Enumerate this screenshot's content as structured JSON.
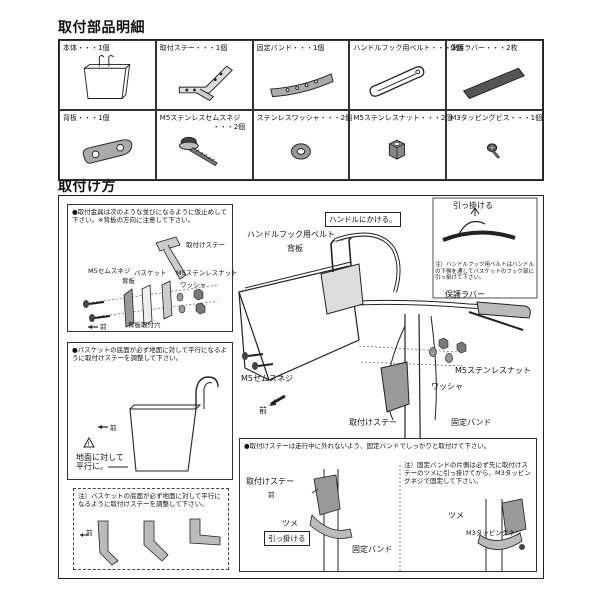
{
  "headings": {
    "parts_list": "取付部品明細",
    "installation": "取付け方"
  },
  "parts": [
    {
      "label": "本体・・・1個",
      "icon": "basket-icon"
    },
    {
      "label": "取付ステー・・・1個",
      "icon": "mounting-stay-icon"
    },
    {
      "label": "固定バンド・・・1個",
      "icon": "fixing-band-icon"
    },
    {
      "label": "ハンドルフック用ベルト・・・2個",
      "icon": "hook-belt-icon"
    },
    {
      "label": "保護ラバー・・・2枚",
      "icon": "rubber-pad-icon"
    },
    {
      "label": "背板・・・1個",
      "icon": "back-plate-icon"
    },
    {
      "label": "M5ステンレスセムスネジ",
      "label2": "・・・2個",
      "icon": "sems-screw-icon"
    },
    {
      "label": "ステンレスワッシャ・・・2個",
      "icon": "washer-icon"
    },
    {
      "label": "M5ステンレスナット・・・2個",
      "icon": "hex-nut-icon"
    },
    {
      "label": "M3タッピングビス・・・1個",
      "icon": "tapping-screw-icon"
    }
  ],
  "panel_order": {
    "note": "●取付金具は次のような並びになるように仮止めして下さい。※背板の方向に注意して下さい。",
    "labels": {
      "stay": "取付けステー",
      "m5_sems": "M5セムスネジ",
      "back_plate": "背板",
      "basket": "バスケット",
      "m5_nut": "M5ステンレスナット",
      "washer": "ワッシャ",
      "front": "前",
      "back_hole": "背板取付穴"
    }
  },
  "panel_level": {
    "note": "●バスケットの底面が必ず地面に対して平行になるように取付けステーを調整して下さい。",
    "front": "前",
    "parallel": "地面に対して平行に。"
  },
  "panel_stay": {
    "note": "注）バスケットの底面が必ず地面に対して平行になるように取付けステーを調整して下さい。",
    "front": "前"
  },
  "main": {
    "hook_callout": "ハンドルにかける。",
    "pull_callout": "引っ掛ける",
    "hook_belt": "ハンドルフック用ベルト",
    "back_plate": "背板",
    "rubber": "保護ラバー",
    "inset_note": "注）ハンドルフック用ベルトはハンドルの下側を通してバスケットのフック部に引っ掛けて下さい。",
    "m5_sems": "M5セムスネジ",
    "m5_nut": "M5ステンレスナット",
    "washer": "ワッシャ",
    "front": "前",
    "stay": "取付けステー",
    "band": "固定バンド"
  },
  "panel_band": {
    "note": "●取付けステーは走行中に外れないよう、固定バンドでしっかりと取付けて下さい。",
    "stay": "取付けステー",
    "front": "前",
    "claw": "ツメ",
    "pull": "引っ掛ける",
    "band": "固定バンド",
    "note2": "注）固定バンドの片側は必ず先に取付けステーのツメに引っ掛けてから、M3タッピングネジで固定して下さい。",
    "claw2": "ツメ",
    "m3": "M3タッピングネジ"
  }
}
